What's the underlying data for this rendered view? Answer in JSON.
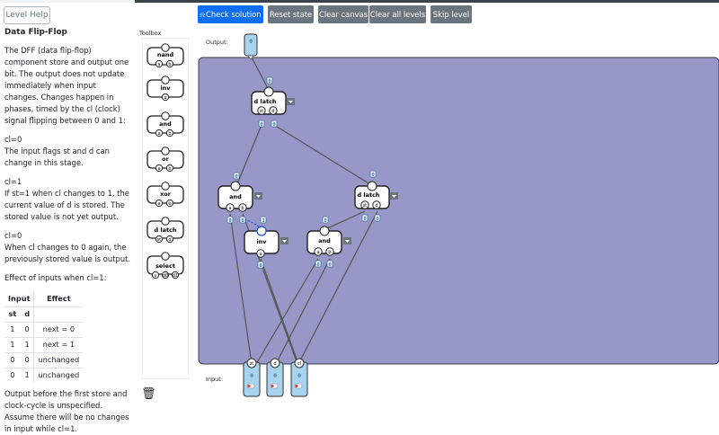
{
  "level_help_button": "Level Help",
  "toolbar": {
    "check_solution": "Check solution",
    "reset_state": "Reset state",
    "clear_canvas": "Clear canvas",
    "clear_all_levels": "Clear all levels",
    "skip_level": "Skip level"
  },
  "help": {
    "title": "Data Flip-Flop",
    "intro": "The DFF (data flip-flop) component store and output one bit. The output does not update immediately when input changes. Changes happen in phases, timed by the cl (clock) signal flipping between 0 and 1:",
    "cl0_heading": "cl=0",
    "cl0_text": "The input flags st and d can change in this stage.",
    "cl1_heading": "cl=1",
    "cl1_text": "If st=1 when cl changes to 1, the current value of d is stored. The stored value is not yet output.",
    "cl0b_heading": "cl=0",
    "cl0b_text": "When cl changes to 0 again, the previously stored value is output.",
    "effect_intro": "Effect of inputs when cl=1:",
    "table": {
      "header_input": "Input",
      "header_effect": "Effect",
      "col_st": "st",
      "col_d": "d",
      "rows": [
        {
          "st": "1",
          "d": "0",
          "effect": "next = 0"
        },
        {
          "st": "1",
          "d": "1",
          "effect": "next = 1"
        },
        {
          "st": "0",
          "d": "0",
          "effect": "unchanged"
        },
        {
          "st": "0",
          "d": "1",
          "effect": "unchanged"
        }
      ]
    },
    "footer": "Output before the first store and clock-cycle is unspecified. Assume there will be no changes in input while cl=1."
  },
  "toolbox": {
    "label": "Toolbox",
    "items": [
      {
        "name": "nand",
        "pins": [
          "a",
          "b"
        ]
      },
      {
        "name": "inv",
        "pins": [
          "a"
        ]
      },
      {
        "name": "and",
        "pins": [
          "a",
          "b"
        ]
      },
      {
        "name": "or",
        "pins": [
          "a",
          "b"
        ]
      },
      {
        "name": "xor",
        "pins": [
          "a",
          "b"
        ]
      },
      {
        "name": "d latch",
        "pins": [
          "st",
          "d"
        ]
      },
      {
        "name": "select",
        "pins": [
          "s",
          "d0",
          "d1"
        ]
      }
    ]
  },
  "canvas": {
    "output_label": "Output:",
    "input_label": "Input:",
    "output_value": "0",
    "inputs": [
      {
        "name": "st",
        "value": "0"
      },
      {
        "name": "d",
        "value": "0"
      },
      {
        "name": "cl",
        "value": "0"
      }
    ],
    "gates": {
      "top_latch": {
        "name": "d latch",
        "pins": [
          "st",
          "d"
        ],
        "out": "0",
        "in_values": [
          "0",
          "0"
        ]
      },
      "left_and": {
        "name": "and",
        "pins": [
          "a",
          "b"
        ],
        "out": "0",
        "in_values": [
          "0",
          "0"
        ]
      },
      "right_latch": {
        "name": "d latch",
        "pins": [
          "st",
          "d"
        ],
        "out": "0",
        "in_values": [
          "0",
          "0"
        ]
      },
      "inv": {
        "name": "inv",
        "pins": [
          "a"
        ],
        "out": "1",
        "in_values": [
          "0"
        ]
      },
      "mid_and": {
        "name": "and",
        "pins": [
          "a",
          "b"
        ],
        "out": "0",
        "in_values": [
          "0",
          "0"
        ]
      }
    }
  },
  "colors": {
    "canvas_bg": "#9797c8",
    "primary": "#0d6efd",
    "secondary": "#6c757d",
    "io_fill": "#a6d4ee"
  }
}
